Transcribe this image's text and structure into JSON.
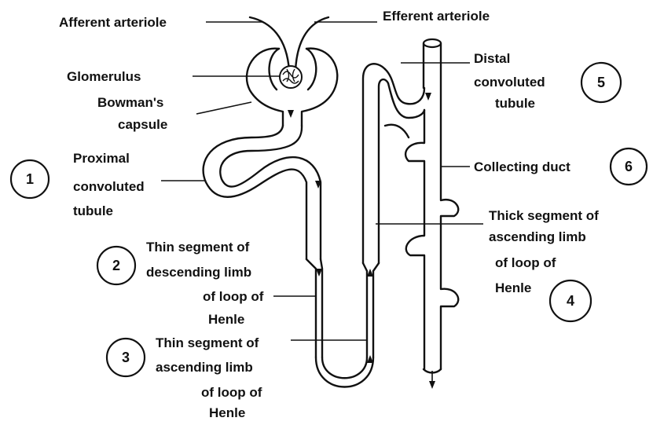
{
  "labels": {
    "afferent_arteriole": "Afferent arteriole",
    "efferent_arteriole": "Efferent arteriole",
    "glomerulus": "Glomerulus",
    "bowmans_capsule": [
      "Bowman's",
      "capsule"
    ],
    "proximal_convoluted_tubule": [
      "Proximal",
      "convoluted",
      "tubule"
    ],
    "distal_convoluted_tubule": [
      "Distal",
      "convoluted",
      "tubule"
    ],
    "collecting_duct": "Collecting duct",
    "thick_ascending_limb": [
      "Thick segment of",
      "ascending limb",
      "of loop of",
      "Henle"
    ],
    "thin_descending_limb": [
      "Thin segment of",
      "descending limb",
      "of loop of",
      "Henle"
    ],
    "thin_ascending_limb": [
      "Thin segment of",
      "ascending limb",
      "of loop of",
      "Henle"
    ]
  },
  "markers": {
    "proximal": "1",
    "thin_descending": "2",
    "thin_ascending": "3",
    "thick_ascending": "4",
    "distal": "5",
    "collecting": "6"
  }
}
